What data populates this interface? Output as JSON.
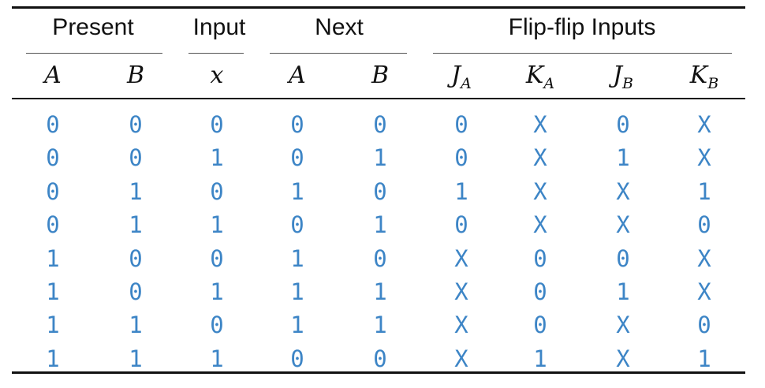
{
  "groups": [
    "Present",
    "Input",
    "Next",
    "Flip-flip Inputs"
  ],
  "columns": [
    {
      "main": "A",
      "sub": ""
    },
    {
      "main": "B",
      "sub": ""
    },
    {
      "main": "x",
      "sub": ""
    },
    {
      "main": "A",
      "sub": ""
    },
    {
      "main": "B",
      "sub": ""
    },
    {
      "main": "J",
      "sub": "A"
    },
    {
      "main": "K",
      "sub": "A"
    },
    {
      "main": "J",
      "sub": "B"
    },
    {
      "main": "K",
      "sub": "B"
    }
  ],
  "rows": [
    [
      "0",
      "0",
      "0",
      "0",
      "0",
      "0",
      "X",
      "0",
      "X"
    ],
    [
      "0",
      "0",
      "1",
      "0",
      "1",
      "0",
      "X",
      "1",
      "X"
    ],
    [
      "0",
      "1",
      "0",
      "1",
      "0",
      "1",
      "X",
      "X",
      "1"
    ],
    [
      "0",
      "1",
      "1",
      "0",
      "1",
      "0",
      "X",
      "X",
      "0"
    ],
    [
      "1",
      "0",
      "0",
      "1",
      "0",
      "X",
      "0",
      "0",
      "X"
    ],
    [
      "1",
      "0",
      "1",
      "1",
      "1",
      "X",
      "0",
      "1",
      "X"
    ],
    [
      "1",
      "1",
      "0",
      "1",
      "1",
      "X",
      "0",
      "X",
      "0"
    ],
    [
      "1",
      "1",
      "1",
      "0",
      "0",
      "X",
      "1",
      "X",
      "1"
    ]
  ],
  "colors": {
    "value": "#3d85c6",
    "rule": "#111111"
  }
}
